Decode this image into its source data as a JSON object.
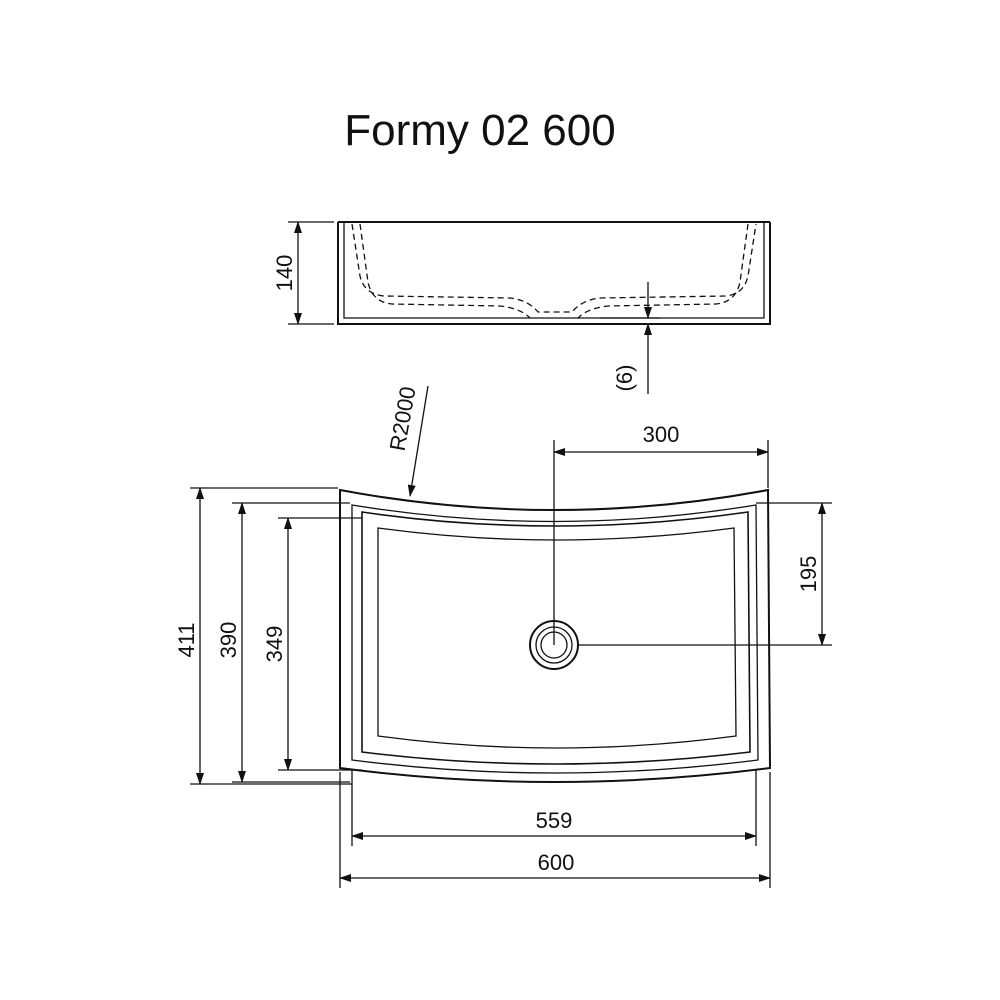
{
  "title": "Formy 02 600",
  "dimensions": {
    "height_140": "140",
    "thickness_6": "(6)",
    "radius": "R2000",
    "drain_offset_300": "300",
    "drain_offset_195": "195",
    "depth_411": "411",
    "depth_390": "390",
    "depth_349": "349",
    "width_559": "559",
    "width_600": "600"
  }
}
